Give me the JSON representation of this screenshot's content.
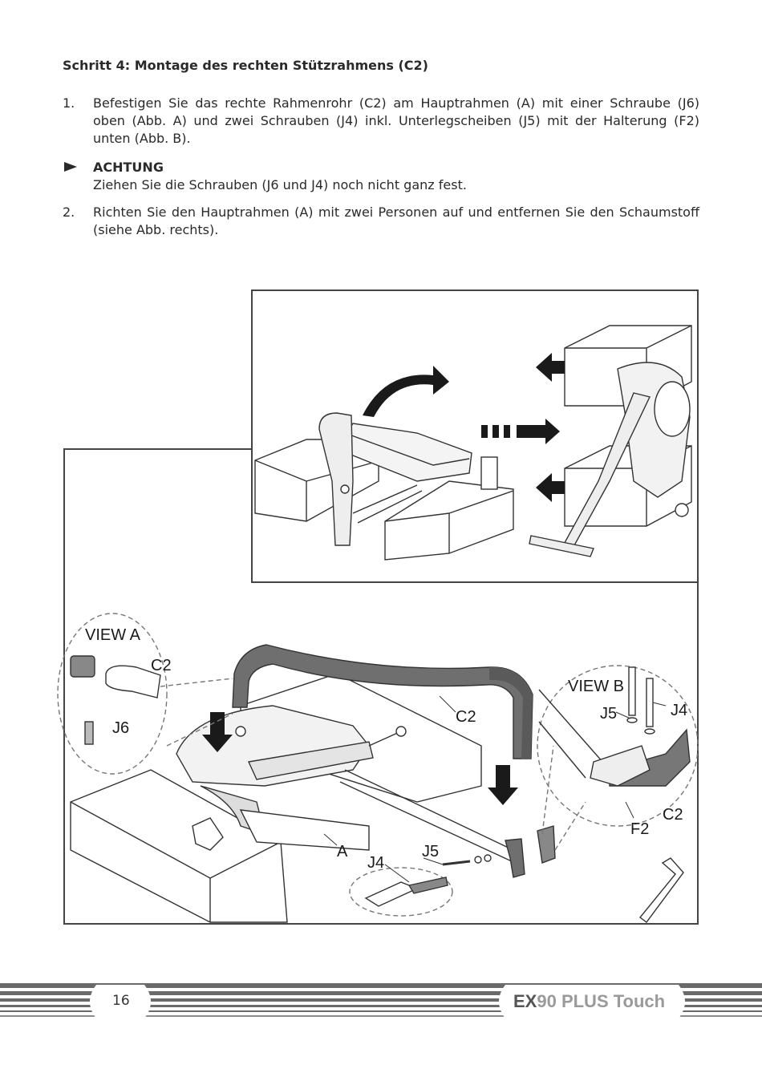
{
  "heading": {
    "prefix": "Schritt 4:",
    "title": "Montage des rechten Stützrahmens (C2)"
  },
  "steps": [
    {
      "num": "1.",
      "text": "Befestigen Sie das rechte Rahmenrohr (C2) am Hauptrahmen (A) mit einer Schraube (J6) oben (Abb. A) und zwei Schrauben (J4) inkl. Unterlegscheiben (J5) mit der Halterung (F2) unten (Abb. B)."
    },
    {
      "num": "2.",
      "text": "Richten Sie den Hauptrahmen (A) mit zwei Personen auf und entfernen Sie den Schaumstoff (siehe Abb. rechts)."
    }
  ],
  "note": {
    "title": "ACHTUNG",
    "text": "Ziehen Sie die Schrauben (J6 und J4) noch nicht ganz fest."
  },
  "figure": {
    "labels": {
      "view_a": "VIEW A",
      "view_b": "VIEW B",
      "c2_a": "C2",
      "j6": "J6",
      "c2_main": "C2",
      "j5_b": "J5",
      "j4_b": "J4",
      "c2_b": "C2",
      "f2": "F2",
      "a": "A",
      "j5": "J5",
      "j4": "J4"
    }
  },
  "footer": {
    "page": "16",
    "brand_ex": "EX",
    "brand_rest": "90 PLUS Touch"
  }
}
